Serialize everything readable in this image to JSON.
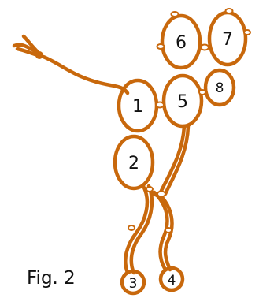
{
  "figure": {
    "caption": "Fig. 2",
    "stroke_color": "#C8680C",
    "nodes": [
      {
        "id": "1",
        "label": "1"
      },
      {
        "id": "2",
        "label": "2"
      },
      {
        "id": "3",
        "label": "3"
      },
      {
        "id": "4",
        "label": "4"
      },
      {
        "id": "5",
        "label": "5"
      },
      {
        "id": "6",
        "label": "6"
      },
      {
        "id": "7",
        "label": "7"
      },
      {
        "id": "8",
        "label": "8"
      }
    ]
  }
}
